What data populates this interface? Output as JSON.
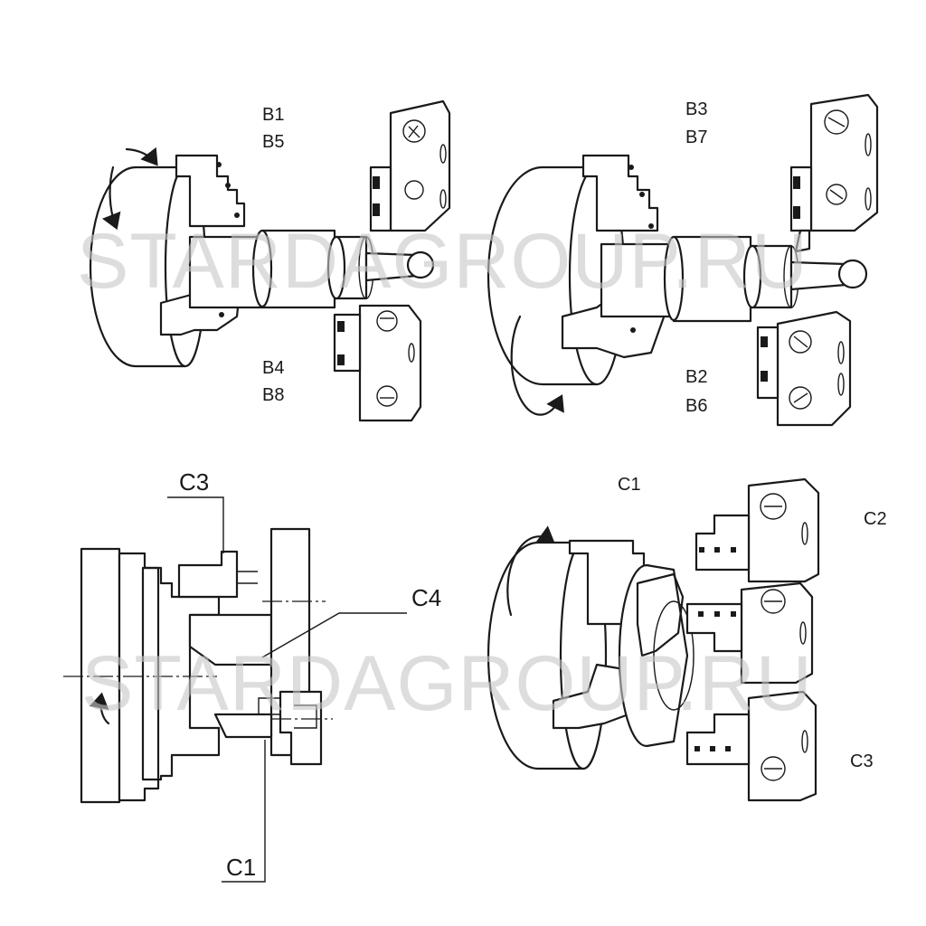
{
  "watermark": "STARDAGROUP.RU",
  "labels": {
    "b1": "B1",
    "b5": "B5",
    "b4": "B4",
    "b8": "B8",
    "b3": "B3",
    "b7": "B7",
    "b2": "B2",
    "b6": "B6",
    "c3_left": "C3",
    "c4_left": "C4",
    "c1_left": "C1",
    "c1_right": "C1",
    "c2_right": "C2",
    "c3_right": "C3"
  },
  "colors": {
    "line": "#1a1a1a",
    "watermark": "#c8c8c8",
    "background": "#ffffff"
  }
}
